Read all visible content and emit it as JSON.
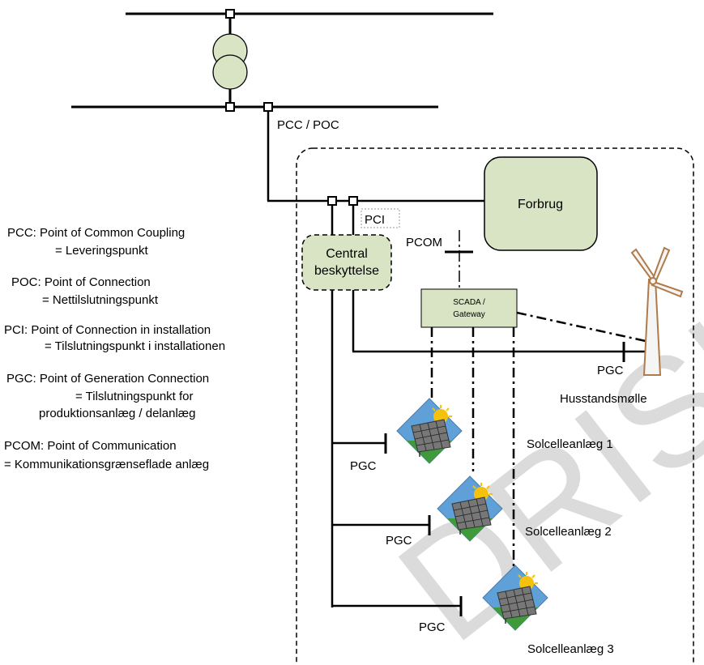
{
  "colors": {
    "box_fill": "#d8e4c4",
    "line": "#000000",
    "watermark": "#bdbdbd",
    "sun": "#f4c20d",
    "panel_bg": "#5fa0d8",
    "grass": "#3f9a3a"
  },
  "labels": {
    "pcc_poc": "PCC / POC",
    "pci": "PCI",
    "pcom": "PCOM",
    "forbrug": "Forbrug",
    "central_line1": "Central",
    "central_line2": "beskyttelse",
    "scada_line1": "SCADA /",
    "scada_line2": "Gateway",
    "pgc_wind": "PGC",
    "wind_turbine": "Husstandsmølle",
    "pgc_1": "PGC",
    "solar_1": "Solcelleanlæg 1",
    "pgc_2": "PGC",
    "solar_2": "Solcelleanlæg 2",
    "pgc_3": "PGC",
    "solar_3": "Solcelleanlæg 3"
  },
  "legend": [
    {
      "line1": "PCC: Point of Common Coupling",
      "line2": "= Leveringspunkt"
    },
    {
      "line1": "POC: Point of Connection",
      "line2": "= Nettilslutningspunkt"
    },
    {
      "line1": "PCI: Point of Connection in installation",
      "line2": "= Tilslutningspunkt i installationen"
    },
    {
      "line1": "PGC: Point of Generation Connection",
      "line2": "= Tilslutningspunkt for",
      "line3": "produktionsanlæg / delanlæg"
    },
    {
      "line1": "PCOM: Point of Communication",
      "line2": "= Kommunikationsgrænseflade anlæg"
    }
  ],
  "watermark": "DRISK"
}
